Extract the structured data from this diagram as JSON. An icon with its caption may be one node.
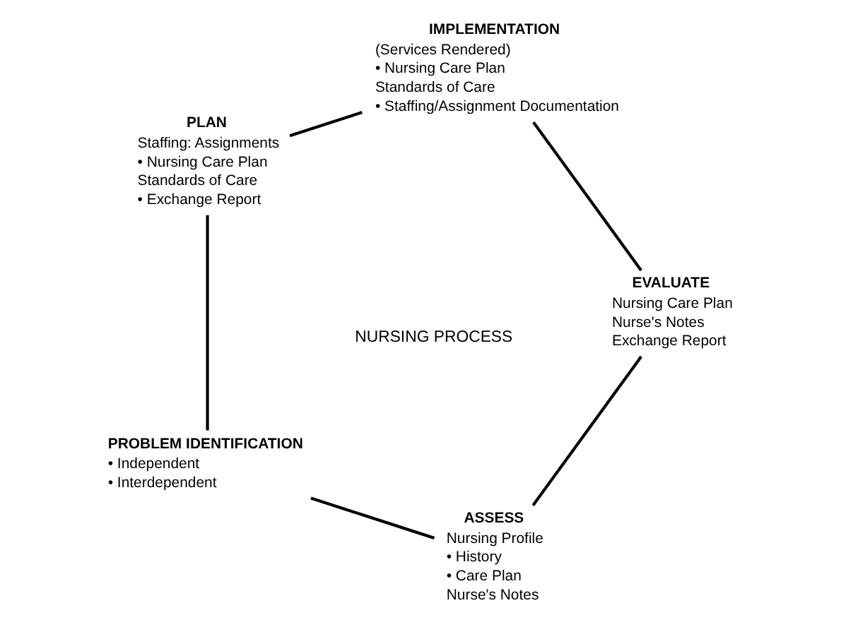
{
  "diagram": {
    "nodes": [
      {
        "text": [
          "ASSESS",
          "Nursing Profile",
          "• History",
          "• Care Plan",
          "Nurse's Notes"
        ]
      },
      {
        "text": [
          "PROBLEM IDENTIFICATION",
          "• Independent",
          "• Interdependent"
        ]
      },
      {
        "text": [
          "PLAN",
          "Staffing: Assignments",
          "• Nursing Care Plan",
          "Standards of Care",
          "• Exchange Report"
        ]
      },
      {
        "text": [
          "IMPLEMENTATION",
          "(Services Rendered)",
          "• Nursing Care Plan",
          "Standards of Care",
          "• Staffing/Assignment Documentation"
        ]
      },
      {
        "text": [
          "EVALUATE",
          "Nursing Care Plan",
          "Nurse's Notes",
          "Exchange Report"
        ]
      }
    ],
    "edges": [
      {
        "from": 0,
        "to": 1,
        "arrow": "none"
      },
      {
        "from": 1,
        "to": 2,
        "arrow": "none"
      },
      {
        "from": 2,
        "to": 3,
        "arrow": "none"
      },
      {
        "from": 3,
        "to": 4,
        "arrow": "none"
      },
      {
        "from": 4,
        "to": 0,
        "arrow": "none"
      }
    ],
    "labels": [
      "NURSING PROCESS"
    ]
  }
}
